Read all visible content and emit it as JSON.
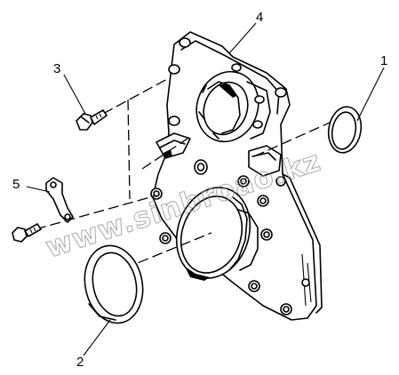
{
  "diagram": {
    "callouts": [
      {
        "id": "c1",
        "label": "1"
      },
      {
        "id": "c2",
        "label": "2"
      },
      {
        "id": "c3",
        "label": "3"
      },
      {
        "id": "c4",
        "label": "4"
      },
      {
        "id": "c5",
        "label": "5"
      }
    ],
    "watermark": "www.sinbroao.kz"
  }
}
